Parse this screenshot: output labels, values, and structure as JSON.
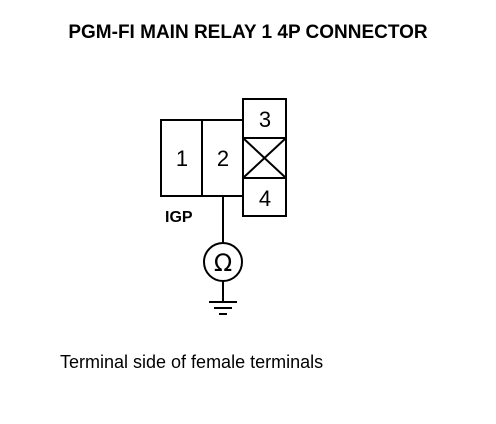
{
  "title": "PGM-FI MAIN RELAY 1 4P CONNECTOR",
  "connector": {
    "cavities": [
      {
        "label": "1"
      },
      {
        "label": "2"
      },
      {
        "label": "3"
      },
      {
        "label": "4"
      }
    ],
    "blocked_cavity": true
  },
  "signal_label": "IGP",
  "meter": {
    "symbol": "Ω",
    "icon": "ohmmeter-icon"
  },
  "ground_icon": "ground-icon",
  "caption": "Terminal side of female terminals",
  "colors": {
    "line": "#000000",
    "background": "#ffffff"
  }
}
